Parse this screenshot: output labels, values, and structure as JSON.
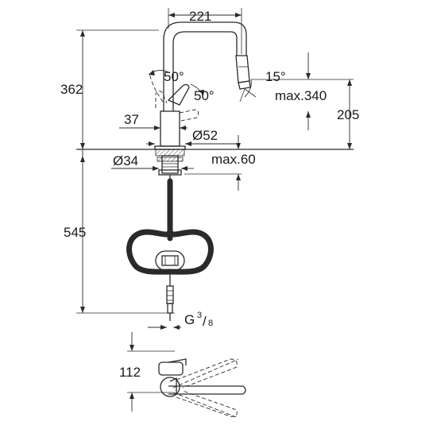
{
  "dimensions": {
    "spout_reach": "221",
    "spout_angle": "15°",
    "swivel_angle_a": "50°",
    "swivel_angle_b": "50°",
    "total_height": "362",
    "outlet_height_label": "max.340",
    "outlet_height_value": "205",
    "base_width": "37",
    "base_diameter": "Ø52",
    "mount_diameter": "Ø34",
    "deck_thickness": "max.60",
    "hose_length": "545",
    "connection_thread": "G",
    "thread_numerator": "3",
    "thread_denominator": "8",
    "plan_offset": "112"
  }
}
